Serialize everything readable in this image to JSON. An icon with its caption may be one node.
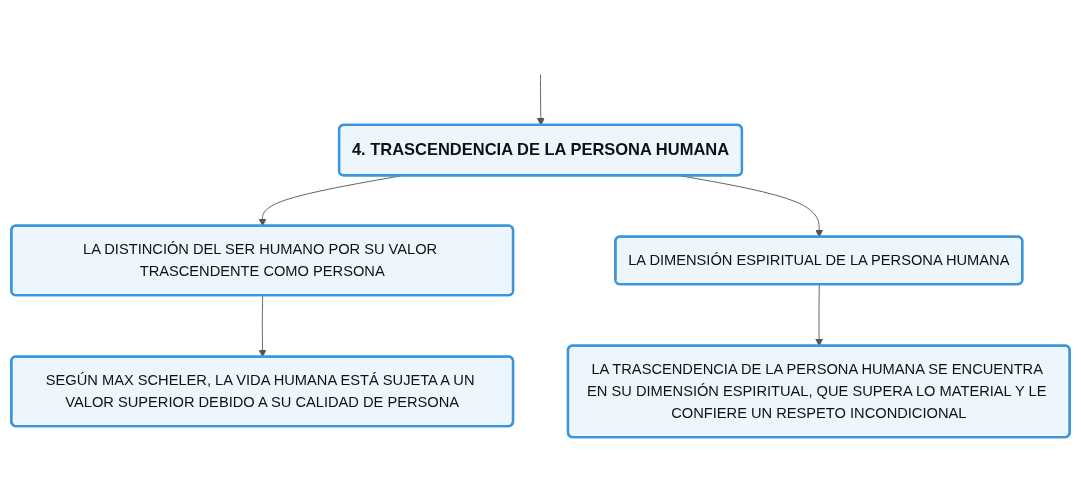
{
  "diagram": {
    "nodes": [
      {
        "text": [
          "4. TRASCENDENCIA DE LA PERSONA HUMANA"
        ]
      },
      {
        "text": [
          "LA DISTINCIÓN DEL SER HUMANO POR SU VALOR TRASCENDENTE COMO PERSONA"
        ]
      },
      {
        "text": [
          "LA DIMENSIÓN ESPIRITUAL DE LA PERSONA HUMANA"
        ]
      },
      {
        "text": [
          "SEGÚN MAX SCHELER, LA VIDA HUMANA ESTÁ SUJETA A UN VALOR SUPERIOR DEBIDO A SU CALIDAD DE PERSONA"
        ]
      },
      {
        "text": [
          "LA TRASCENDENCIA DE LA PERSONA HUMANA SE ENCUENTRA EN SU DIMENSIÓN ESPIRITUAL, QUE SUPERA LO MATERIAL Y LE CONFIERE UN RESPETO INCONDICIONAL"
        ]
      }
    ],
    "edges": [
      {
        "from": null,
        "to": 0,
        "arrow": "to"
      },
      {
        "from": 0,
        "to": 1,
        "arrow": "to"
      },
      {
        "from": 0,
        "to": 2,
        "arrow": "to"
      },
      {
        "from": 1,
        "to": 3,
        "arrow": "to"
      },
      {
        "from": 2,
        "to": 4,
        "arrow": "to"
      }
    ]
  }
}
